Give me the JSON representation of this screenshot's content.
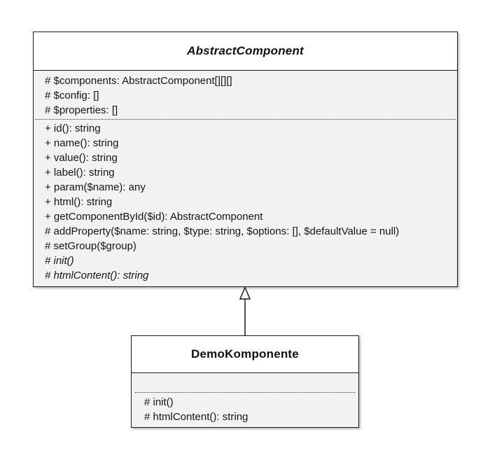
{
  "colors": {
    "page_bg": "#ffffff",
    "compartment_fill": "#f2f2f2",
    "title_fill": "#ffffff",
    "border": "#1a1a1a",
    "text": "#141414"
  },
  "classes": [
    {
      "name": "AbstractComponent",
      "abstract": true,
      "attributes": [
        "# $components: AbstractComponent[][][]",
        "# $config: []",
        "# $properties: []"
      ],
      "methods": [
        {
          "text": "+ id(): string",
          "italic": false
        },
        {
          "text": "+ name(): string",
          "italic": false
        },
        {
          "text": "+ value(): string",
          "italic": false
        },
        {
          "text": "+ label(): string",
          "italic": false
        },
        {
          "text": "+ param($name): any",
          "italic": false
        },
        {
          "text": "+ html(): string",
          "italic": false
        },
        {
          "text": "+ getComponentById($id): AbstractComponent",
          "italic": false
        },
        {
          "text": "# addProperty($name: string, $type: string, $options: [], $defaultValue = null)",
          "italic": false
        },
        {
          "text": "# setGroup($group)",
          "italic": false
        },
        {
          "text": "# init()",
          "italic": true
        },
        {
          "text": "# htmlContent(): string",
          "italic": true
        }
      ]
    },
    {
      "name": "DemoKomponente",
      "abstract": false,
      "attributes": [],
      "methods": [
        {
          "text": "# init()",
          "italic": false
        },
        {
          "text": "# htmlContent(): string",
          "italic": false
        }
      ]
    }
  ],
  "relationship": {
    "type": "inheritance",
    "from": "DemoKomponente",
    "to": "AbstractComponent"
  }
}
